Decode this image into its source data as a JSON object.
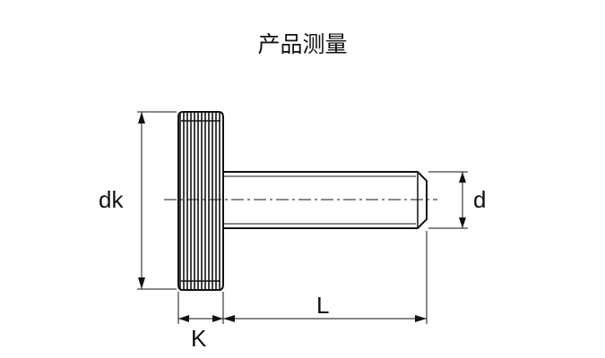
{
  "title": "产品测量",
  "labels": {
    "dk": "dk",
    "d": "d",
    "L": "L",
    "K": "K"
  },
  "colors": {
    "line": "#111111",
    "background": "#ffffff"
  }
}
